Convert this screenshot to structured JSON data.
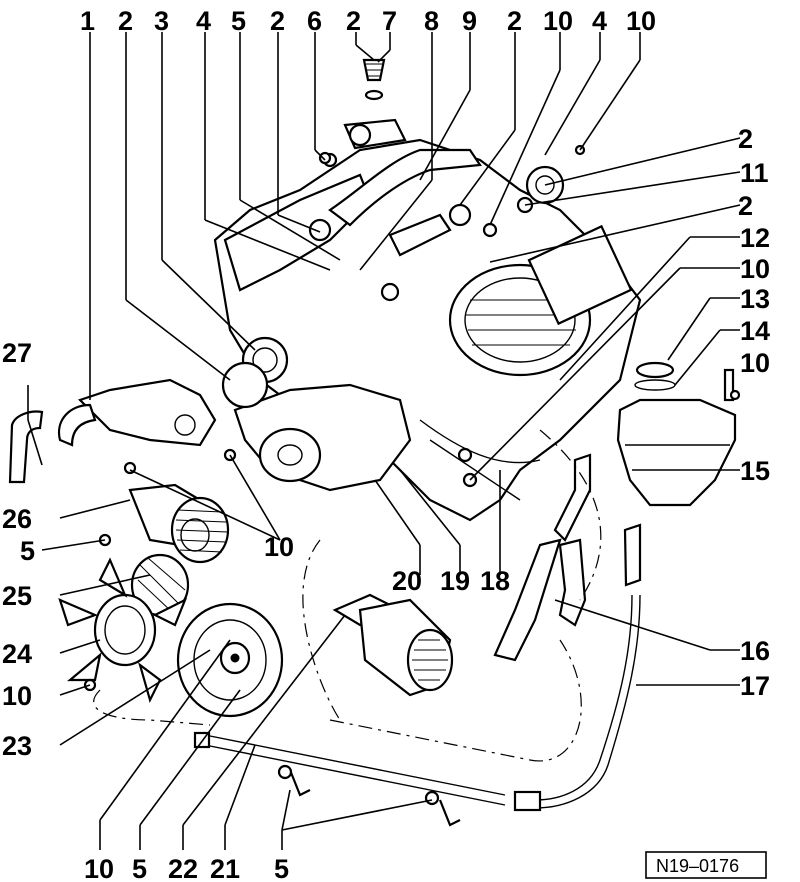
{
  "diagram": {
    "reference": "N19–0176",
    "callouts": [
      {
        "id": "c1",
        "label": "1"
      },
      {
        "id": "c2a",
        "label": "2"
      },
      {
        "id": "c3",
        "label": "3"
      },
      {
        "id": "c4a",
        "label": "4"
      },
      {
        "id": "c5a",
        "label": "5"
      },
      {
        "id": "c2b",
        "label": "2"
      },
      {
        "id": "c6",
        "label": "6"
      },
      {
        "id": "c2c",
        "label": "2"
      },
      {
        "id": "c7",
        "label": "7"
      },
      {
        "id": "c8",
        "label": "8"
      },
      {
        "id": "c9",
        "label": "9"
      },
      {
        "id": "c2d",
        "label": "2"
      },
      {
        "id": "c10a",
        "label": "10"
      },
      {
        "id": "c4b",
        "label": "4"
      },
      {
        "id": "c10b",
        "label": "10"
      },
      {
        "id": "c2e",
        "label": "2"
      },
      {
        "id": "c11",
        "label": "11"
      },
      {
        "id": "c2f",
        "label": "2"
      },
      {
        "id": "c12",
        "label": "12"
      },
      {
        "id": "c10c",
        "label": "10"
      },
      {
        "id": "c13",
        "label": "13"
      },
      {
        "id": "c14",
        "label": "14"
      },
      {
        "id": "c10d",
        "label": "10"
      },
      {
        "id": "c15",
        "label": "15"
      },
      {
        "id": "c16",
        "label": "16"
      },
      {
        "id": "c17",
        "label": "17"
      },
      {
        "id": "c18",
        "label": "18"
      },
      {
        "id": "c19",
        "label": "19"
      },
      {
        "id": "c20",
        "label": "20"
      },
      {
        "id": "c10e",
        "label": "10"
      },
      {
        "id": "c27",
        "label": "27"
      },
      {
        "id": "c26",
        "label": "26"
      },
      {
        "id": "c5b",
        "label": "5"
      },
      {
        "id": "c25",
        "label": "25"
      },
      {
        "id": "c24",
        "label": "24"
      },
      {
        "id": "c10f",
        "label": "10"
      },
      {
        "id": "c23",
        "label": "23"
      },
      {
        "id": "c10g",
        "label": "10"
      },
      {
        "id": "c5c",
        "label": "5"
      },
      {
        "id": "c22",
        "label": "22"
      },
      {
        "id": "c21",
        "label": "21"
      },
      {
        "id": "c5d",
        "label": "5"
      }
    ]
  }
}
